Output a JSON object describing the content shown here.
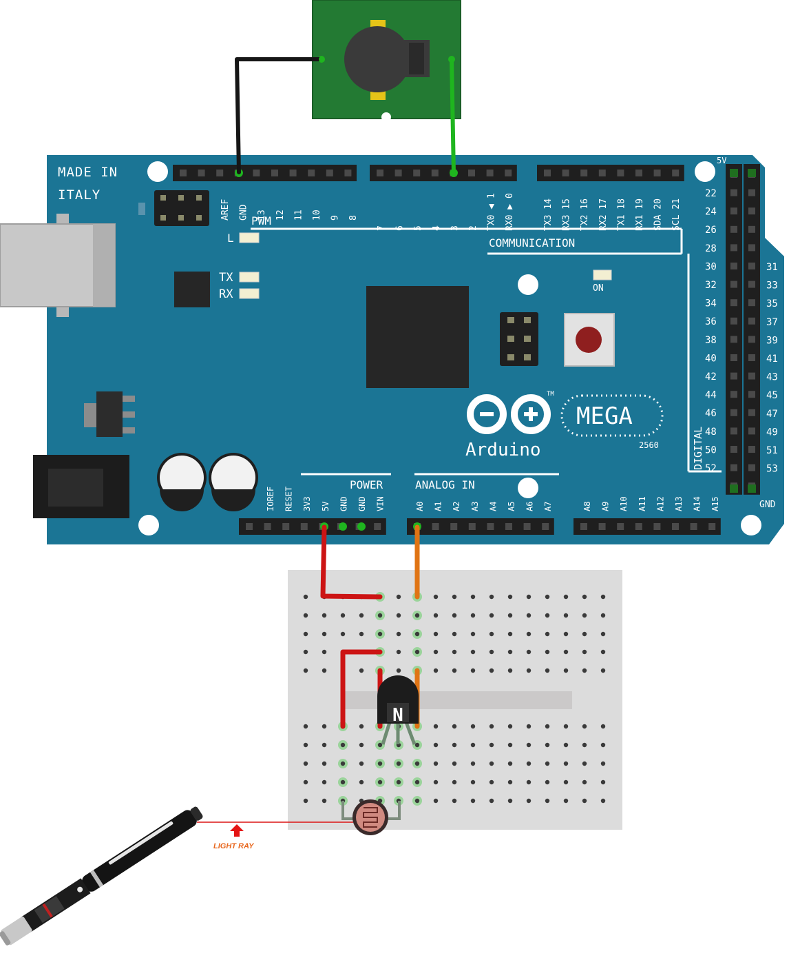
{
  "board": {
    "made_in": "MADE IN",
    "italy": "ITALY",
    "pwm": "PWM",
    "communication": "COMMUNICATION",
    "led_l": "L",
    "led_tx": "TX",
    "led_rx": "RX",
    "led_on": "ON",
    "logo_text": "Arduino",
    "logo_tm": "TM",
    "model": "MEGA",
    "model_number": "2560",
    "power": "POWER",
    "analog_in": "ANALOG IN",
    "digital": "DIGITAL",
    "label_5v": "5V",
    "label_gnd": "GND",
    "top_header_a": [
      "AREF",
      "GND",
      "13",
      "12",
      "11",
      "10",
      "9",
      "8"
    ],
    "top_header_b": [
      "7",
      "6",
      "5",
      "4",
      "3",
      "2",
      "TX0 ◀ 1",
      "RX0 ▶ 0"
    ],
    "top_header_c": [
      "TX3 14",
      "RX3 15",
      "TX2 16",
      "RX2 17",
      "TX1 18",
      "RX1 19",
      "SDA 20",
      "SCL 21"
    ],
    "power_header": [
      "IOREF",
      "RESET",
      "3V3",
      "5V",
      "GND",
      "GND",
      "VIN"
    ],
    "analog_header_a": [
      "A0",
      "A1",
      "A2",
      "A3",
      "A4",
      "A5",
      "A6",
      "A7"
    ],
    "analog_header_b": [
      "A8",
      "A9",
      "A10",
      "A11",
      "A12",
      "A13",
      "A14",
      "A15"
    ],
    "digital_left": [
      "22",
      "24",
      "26",
      "28",
      "30",
      "32",
      "34",
      "36",
      "38",
      "40",
      "42",
      "44",
      "46",
      "48",
      "50",
      "52"
    ],
    "digital_right": [
      "31",
      "33",
      "35",
      "37",
      "39",
      "41",
      "43",
      "45",
      "47",
      "49",
      "51",
      "53"
    ]
  },
  "transistor_label": "N",
  "light_ray_label": "LIGHT RAY",
  "colors": {
    "board_blue": "#1b7595",
    "buzzer_board": "#237a33",
    "breadboard": "#dcdcdc",
    "wire_red": "#cc1414",
    "wire_orange": "#e07414",
    "wire_green": "#1fb51f",
    "wire_black": "#161616"
  }
}
